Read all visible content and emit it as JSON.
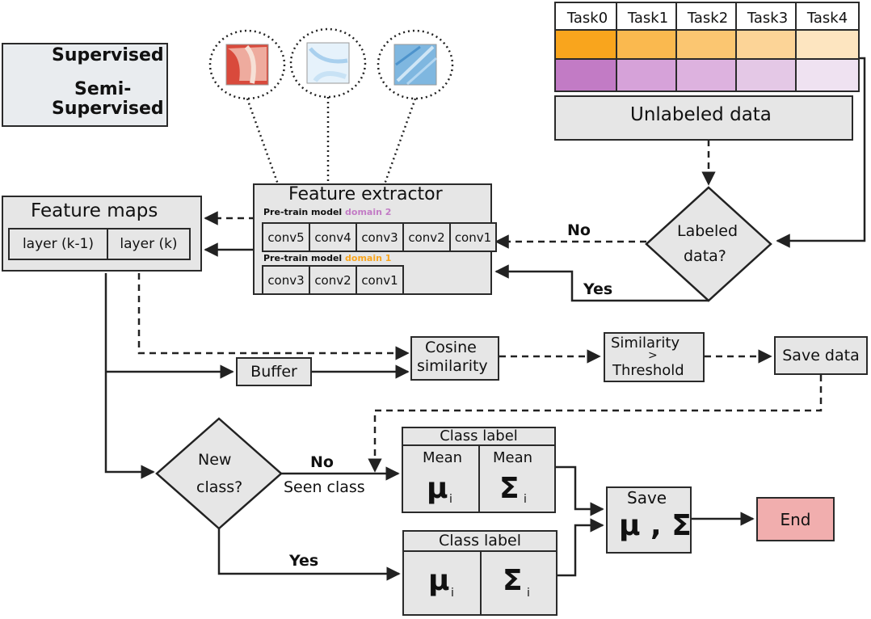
{
  "legend": {
    "supervised": "Supervised",
    "semi_line1": "Semi-",
    "semi_line2": "Supervised"
  },
  "tasks": {
    "labels": [
      "Task0",
      "Task1",
      "Task2",
      "Task3",
      "Task4"
    ],
    "row1_colors": [
      "#f9a51d",
      "#fab94f",
      "#fbc671",
      "#fcd497",
      "#fde5c0"
    ],
    "row2_colors": [
      "#c27bc5",
      "#d6a2d9",
      "#ddb2df",
      "#e4c8e6",
      "#efe2f1"
    ]
  },
  "unlabeled": {
    "label": "Unlabeled data"
  },
  "feature_extractor": {
    "title": "Feature extractor",
    "domain2_prefix": "Pre-train model ",
    "domain2_word": "domain 2",
    "domain1_prefix": "Pre-train model ",
    "domain1_word": "domain 1",
    "row1": [
      "conv5",
      "conv4",
      "conv3",
      "conv2",
      "conv1"
    ],
    "row2": [
      "conv3",
      "conv2",
      "conv1"
    ]
  },
  "feature_maps": {
    "title": "Feature maps",
    "layer_k1": "layer (k-1)",
    "layer_k": "layer (k)"
  },
  "labeled": {
    "line1": "Labeled",
    "line2": "data?",
    "no": "No",
    "yes": "Yes"
  },
  "cosine": {
    "line1": "Cosine",
    "line2": "similarity"
  },
  "buffer": {
    "label": "Buffer"
  },
  "threshold": {
    "line1": "Similarity",
    "line2": ">",
    "line3": "Threshold"
  },
  "save_data": {
    "label": "Save data"
  },
  "new_class": {
    "line1": "New",
    "line2": "class?",
    "no": "No",
    "seen": "Seen class",
    "yes": "Yes"
  },
  "class_top": {
    "header": "Class label",
    "mean1": "Mean",
    "mean2": "Mean",
    "mu": "μ",
    "sigma": "Σ",
    "sub": "i"
  },
  "class_bottom": {
    "header": "Class label",
    "mu": "μ",
    "sigma": "Σ",
    "sub": "i"
  },
  "save_final": {
    "label": "Save",
    "symbols": "μ , Σ"
  },
  "end": {
    "label": "End"
  },
  "colors": {
    "domain2": "#c27bc5",
    "domain1": "#f9a51d",
    "end_fill": "#f1aeae",
    "lime": "#9ccf0d",
    "blue_circle": "#3434e8",
    "star": "#7f9ff3",
    "tri": "#d9742a",
    "semi_green": "#2fcf5a"
  }
}
